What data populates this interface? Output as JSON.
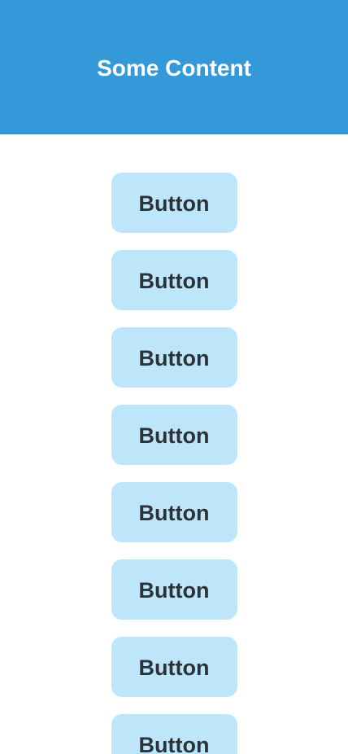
{
  "header": {
    "title": "Some Content",
    "background": "#3399d9",
    "text_color": "#ffffff"
  },
  "buttons": [
    {
      "label": "Button"
    },
    {
      "label": "Button"
    },
    {
      "label": "Button"
    },
    {
      "label": "Button"
    },
    {
      "label": "Button"
    },
    {
      "label": "Button"
    },
    {
      "label": "Button"
    },
    {
      "label": "Button"
    }
  ],
  "colors": {
    "button_background": "#bde6fb",
    "button_text": "#2c3338",
    "page_background": "#ffffff"
  }
}
